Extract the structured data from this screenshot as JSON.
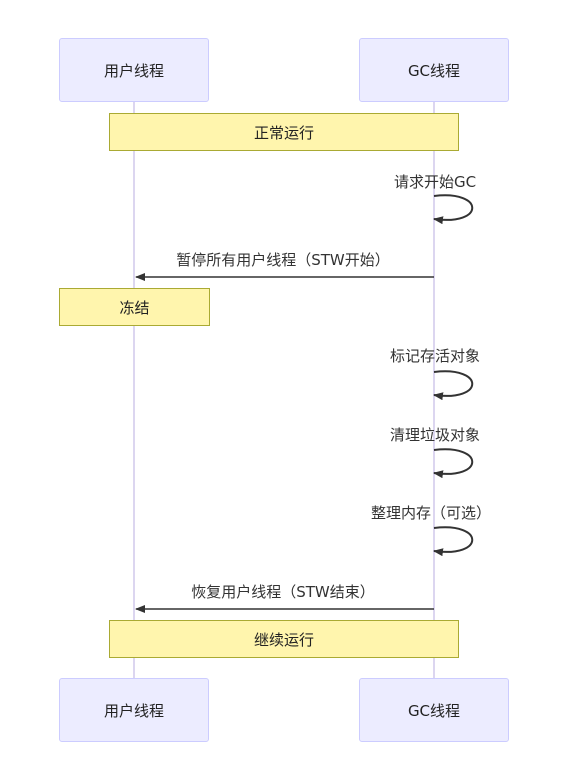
{
  "participants": {
    "user_thread": "用户线程",
    "gc_thread": "GC线程"
  },
  "notes": {
    "normal_run": "正常运行",
    "freeze": "冻结",
    "continue_run": "继续运行"
  },
  "messages": {
    "request_gc": "请求开始GC",
    "pause_all": "暂停所有用户线程（STW开始）",
    "mark_live": "标记存活对象",
    "sweep_garbage": "清理垃圾对象",
    "compact_memory": "整理内存（可选）",
    "resume_threads": "恢复用户线程（STW结束）"
  }
}
